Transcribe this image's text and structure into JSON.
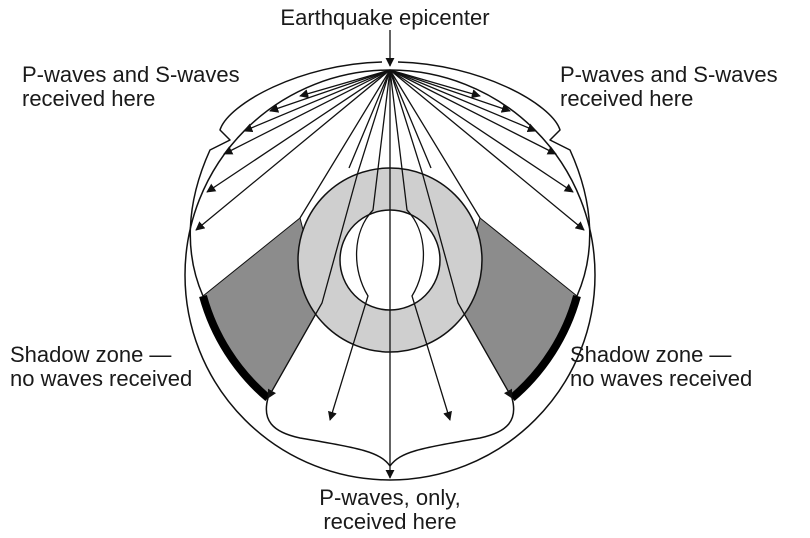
{
  "labels": {
    "epicenter": "Earthquake epicenter",
    "left_ps_line1": "P-waves and S-waves",
    "left_ps_line2": "received here",
    "right_ps_line1": "P-waves and S-waves",
    "right_ps_line2": "received here",
    "left_shadow_line1": "Shadow zone —",
    "left_shadow_line2": "no waves received",
    "right_shadow_line1": "Shadow zone —",
    "right_shadow_line2": "no waves received",
    "bottom_p_line1": "P-waves, only,",
    "bottom_p_line2": "received here"
  },
  "colors": {
    "mantle": "#ffffff",
    "outer_core": "#cfcfcf",
    "inner_core": "#ffffff",
    "shadow_zone": "#8c8c8c",
    "shadow_arc": "#000000",
    "lines": "#111111"
  }
}
